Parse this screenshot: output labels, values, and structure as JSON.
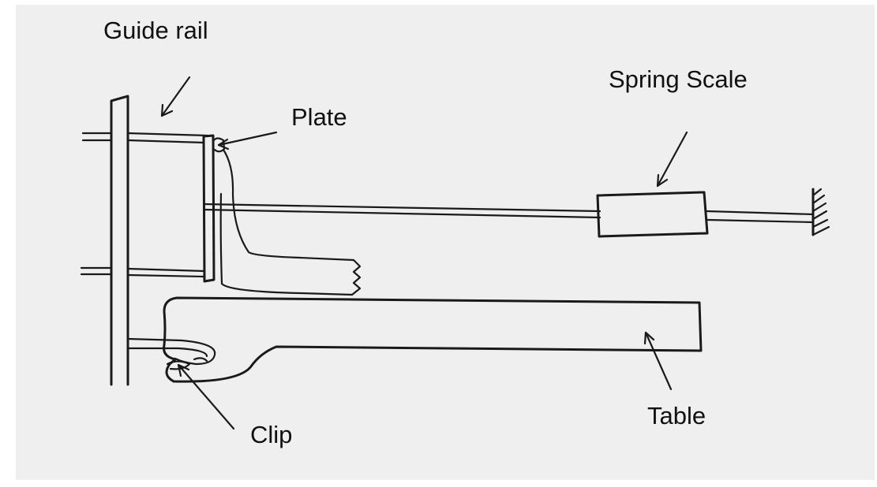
{
  "labels": {
    "guide_rail": "Guide rail",
    "plate": "Plate",
    "spring_scale": "Spring Scale",
    "table": "Table",
    "clip": "Clip"
  }
}
